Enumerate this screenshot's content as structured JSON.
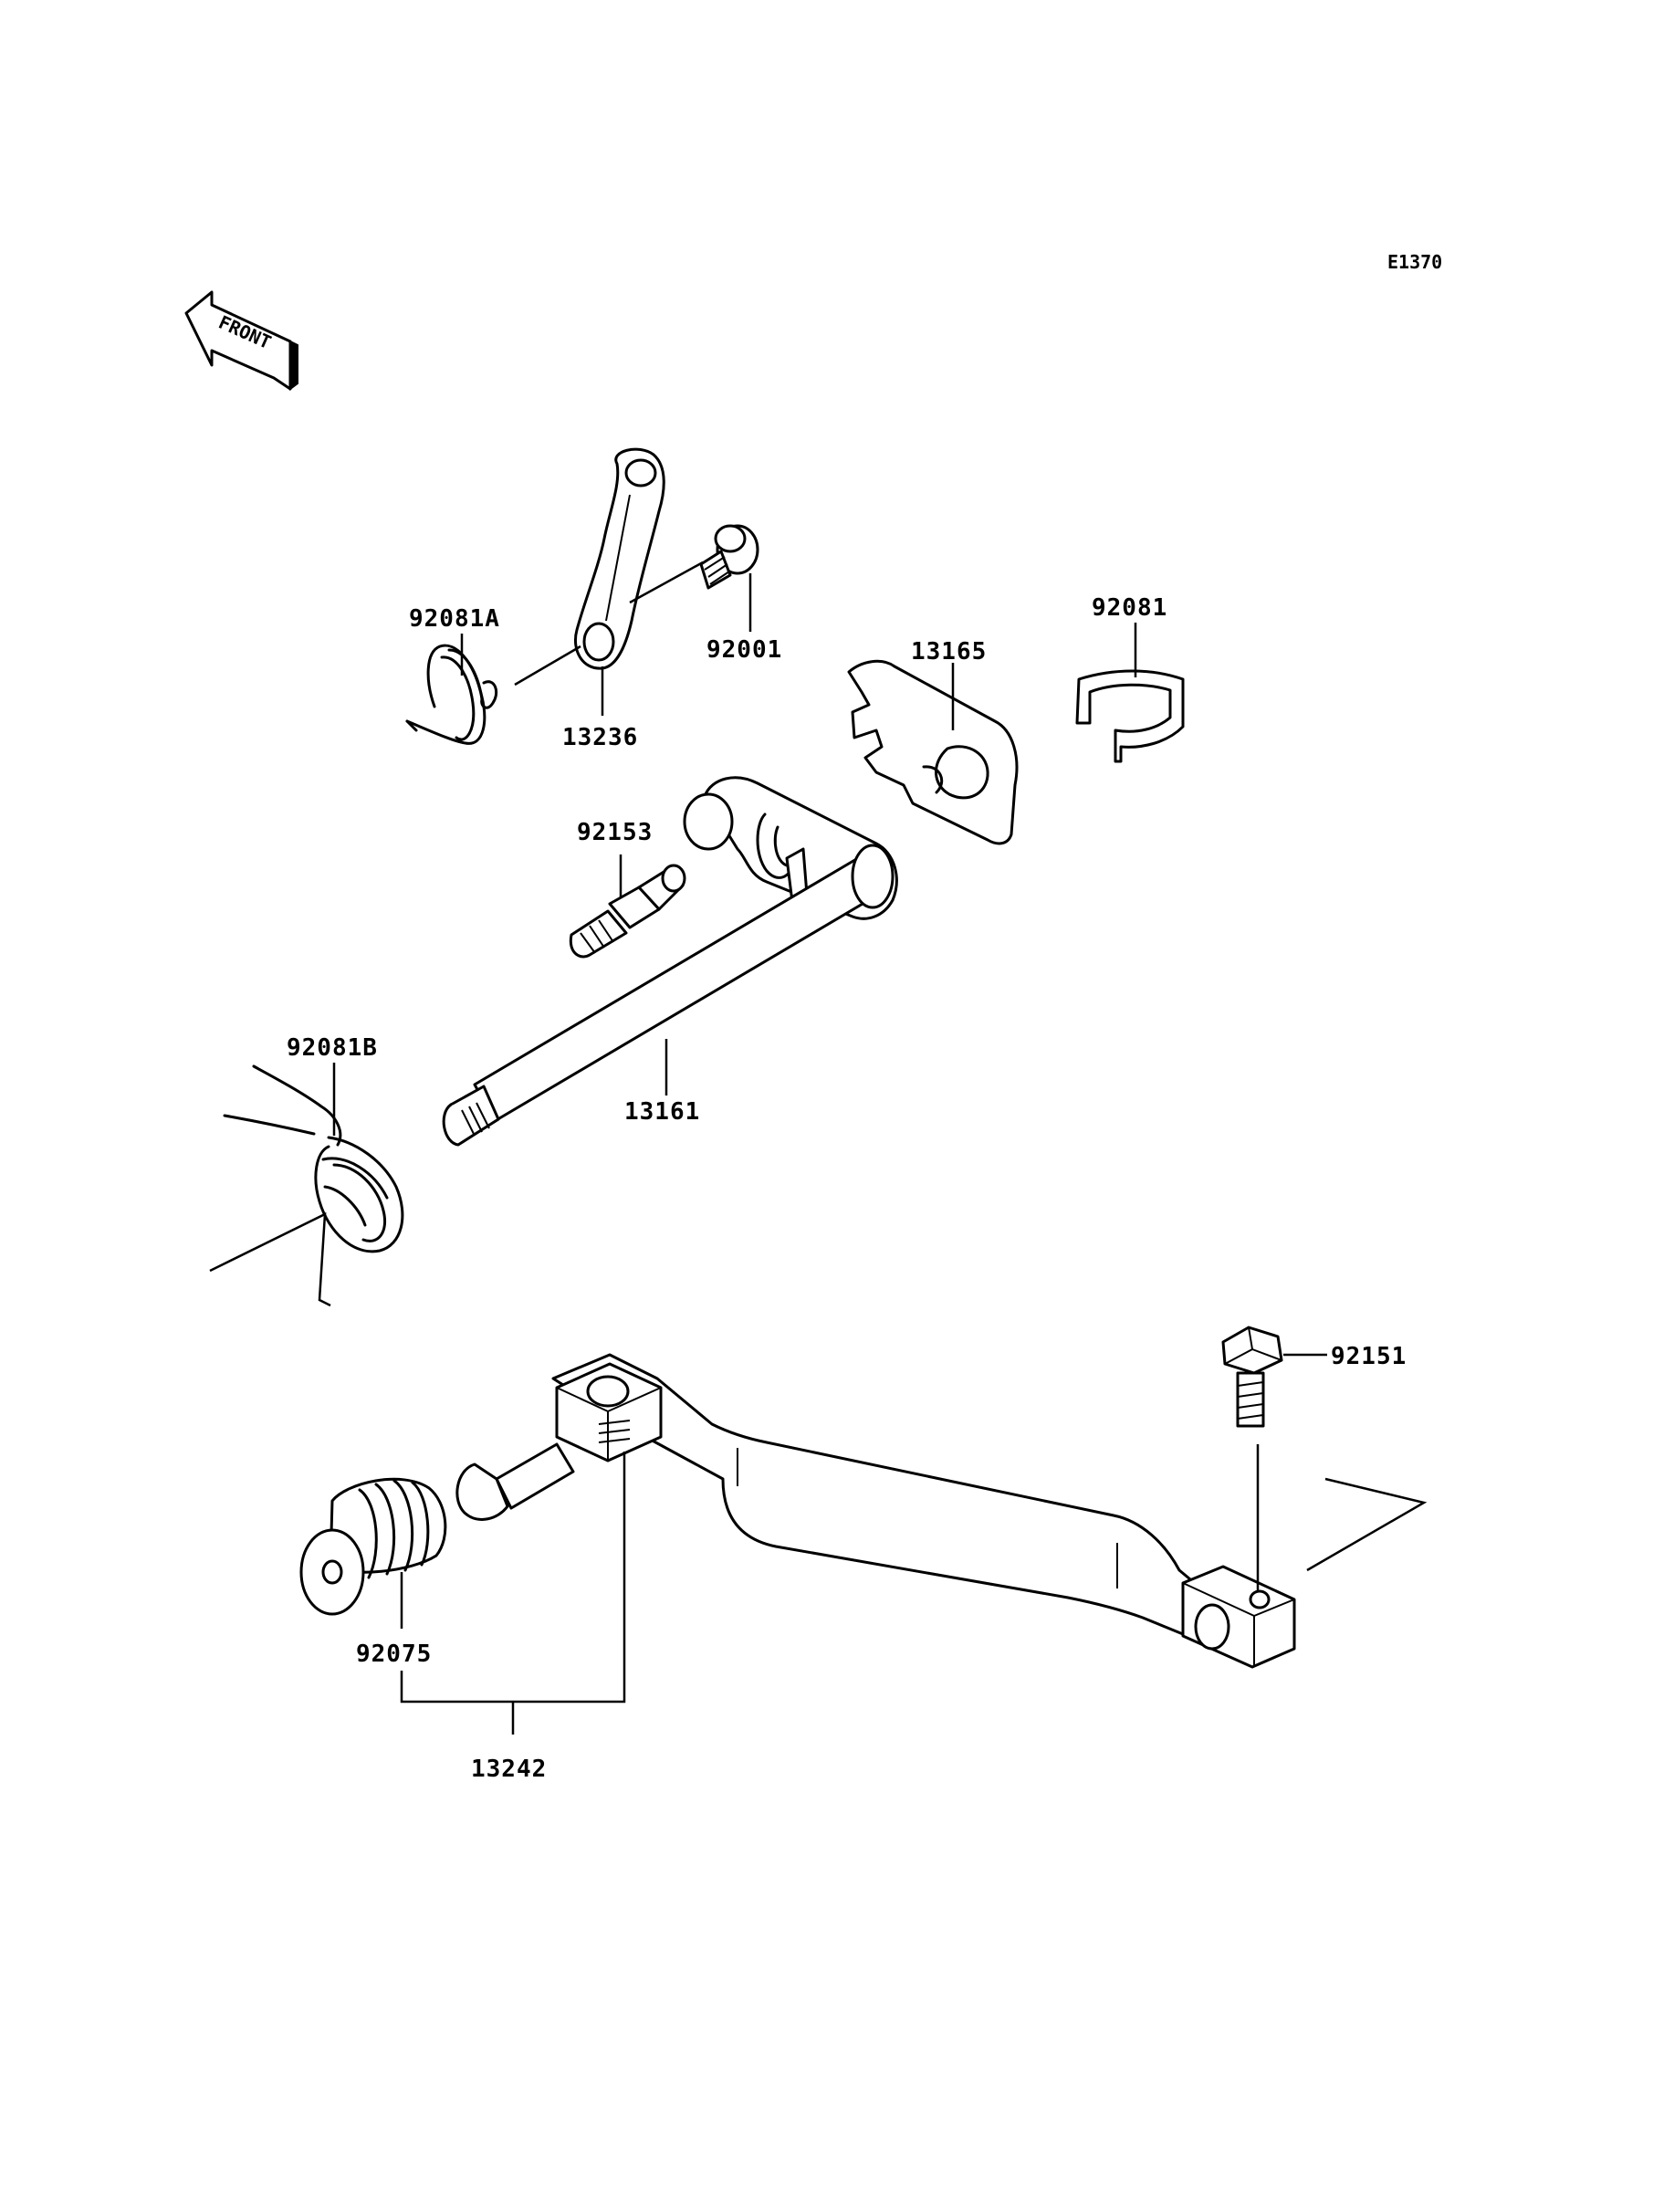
{
  "diagram_code": "E1370",
  "front_arrow": {
    "label": "FRONT",
    "icon": "front-direction-arrow-icon"
  },
  "parts": {
    "p92081A": "92081A",
    "p13236": "13236",
    "p92001": "92001",
    "p13165": "13165",
    "p92081": "92081",
    "p92153": "92153",
    "p92081B": "92081B",
    "p13161": "13161",
    "p92151": "92151",
    "p92075": "92075",
    "p13242": "13242"
  }
}
